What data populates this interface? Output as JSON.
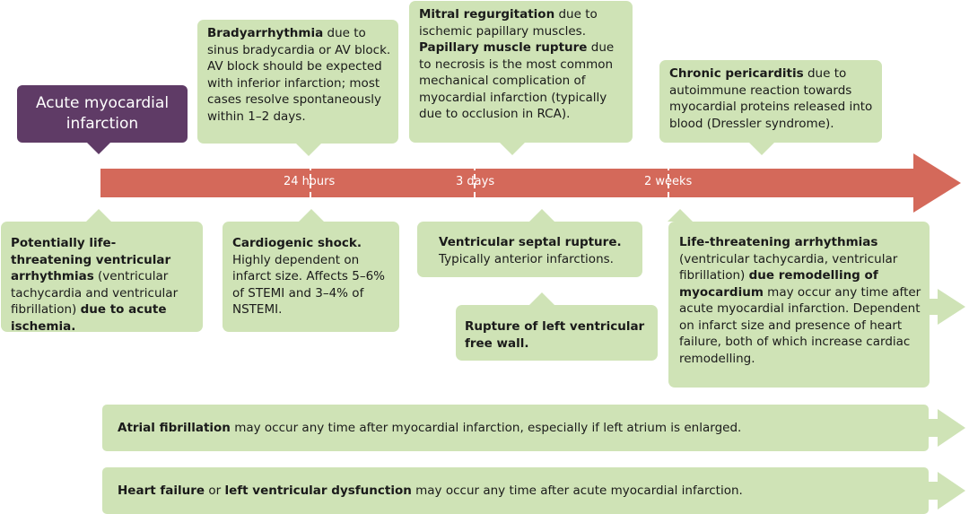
{
  "start_label": "Acute myocardial infarction",
  "ticks": [
    "24 hours",
    "3 days",
    "2 weeks"
  ],
  "above": {
    "brady": {
      "b1": "Bradyarrhythmia",
      "t1": " due to sinus bradycardia or AV block. AV block should be expected with inferior infarction; most cases resolve spontaneously within 1–2 days."
    },
    "mitral": {
      "b1": "Mitral regurgitation",
      "t1": " due to ischemic papillary muscles.",
      "b2": "Papillary muscle rupture",
      "t2": " due to necrosis is the most common mechanical complication of myocardial infarction (typically due to occlusion in RCA)."
    },
    "pericarditis": {
      "b1": "Chronic pericarditis",
      "t1": " due to autoimmune reaction towards myocardial proteins released into blood (Dressler syndrome)."
    }
  },
  "below": {
    "ventricular": {
      "b1": "Potentially life-threatening ventricular arrhythmias",
      "t1": " (ventricular tachycardia and ventricular fibrillation) ",
      "b2": "due to acute ischemia."
    },
    "shock": {
      "b1": "Cardiogenic shock.",
      "t1": " Highly dependent on infarct size. Affects 5–6% of STEMI and 3–4% of NSTEMI."
    },
    "septal": {
      "b1": "Ventricular septal rupture.",
      "t1": "Typically anterior infarctions."
    },
    "freewall": {
      "b1": "Rupture of left ventricular free wall."
    },
    "remodelling": {
      "b1": "Life-threatening arrhythmias",
      "t1": " (ventricular tachycardia, ventricular fibrillation) ",
      "b2": "due remodelling of myocardium",
      "t2": " may occur any time after acute myocardial infarction. Dependent on infarct size and presence of heart failure, both of which increase cardiac remodelling."
    }
  },
  "afib": {
    "b1": "Atrial fibrillation",
    "t1": " may occur any time after myocardial infarction, especially if left atrium is enlarged."
  },
  "hf": {
    "b1": "Heart failure",
    "t1": " or ",
    "b2": "left ventricular dysfunction",
    "t2": " may occur any time after acute myocardial infarction."
  },
  "colors": {
    "arrow": "#d4695a",
    "box": "#cfe3b6",
    "start": "#5f3b66"
  }
}
